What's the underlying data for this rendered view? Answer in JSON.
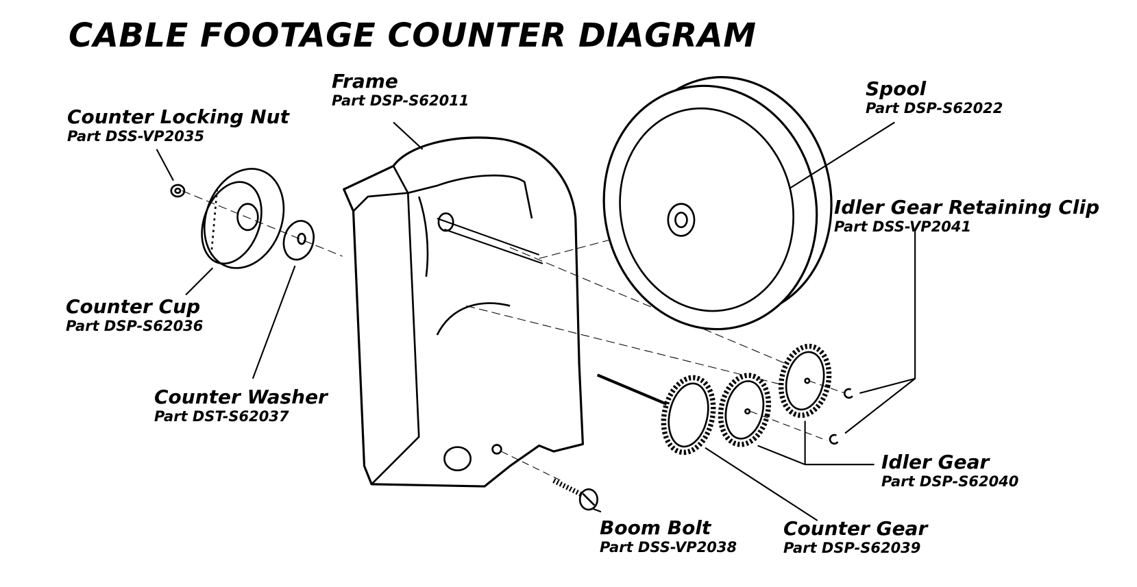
{
  "title": "CABLE FOOTAGE COUNTER DIAGRAM",
  "parts": {
    "counter_locking_nut": {
      "name": "Counter Locking Nut",
      "part": "Part DSS-VP2035"
    },
    "frame": {
      "name": "Frame",
      "part": "Part DSP-S62011"
    },
    "spool": {
      "name": "Spool",
      "part": "Part DSP-S62022"
    },
    "idler_gear_retaining_clip": {
      "name": "Idler Gear Retaining Clip",
      "part": "Part DSS-VP2041"
    },
    "counter_cup": {
      "name": "Counter Cup",
      "part": "Part DSP-S62036"
    },
    "counter_washer": {
      "name": "Counter Washer",
      "part": "Part DST-S62037"
    },
    "idler_gear": {
      "name": "Idler Gear",
      "part": "Part DSP-S62040"
    },
    "boom_bolt": {
      "name": "Boom Bolt",
      "part": "Part DSS-VP2038"
    },
    "counter_gear": {
      "name": "Counter Gear",
      "part": "Part DSP-S62039"
    }
  }
}
